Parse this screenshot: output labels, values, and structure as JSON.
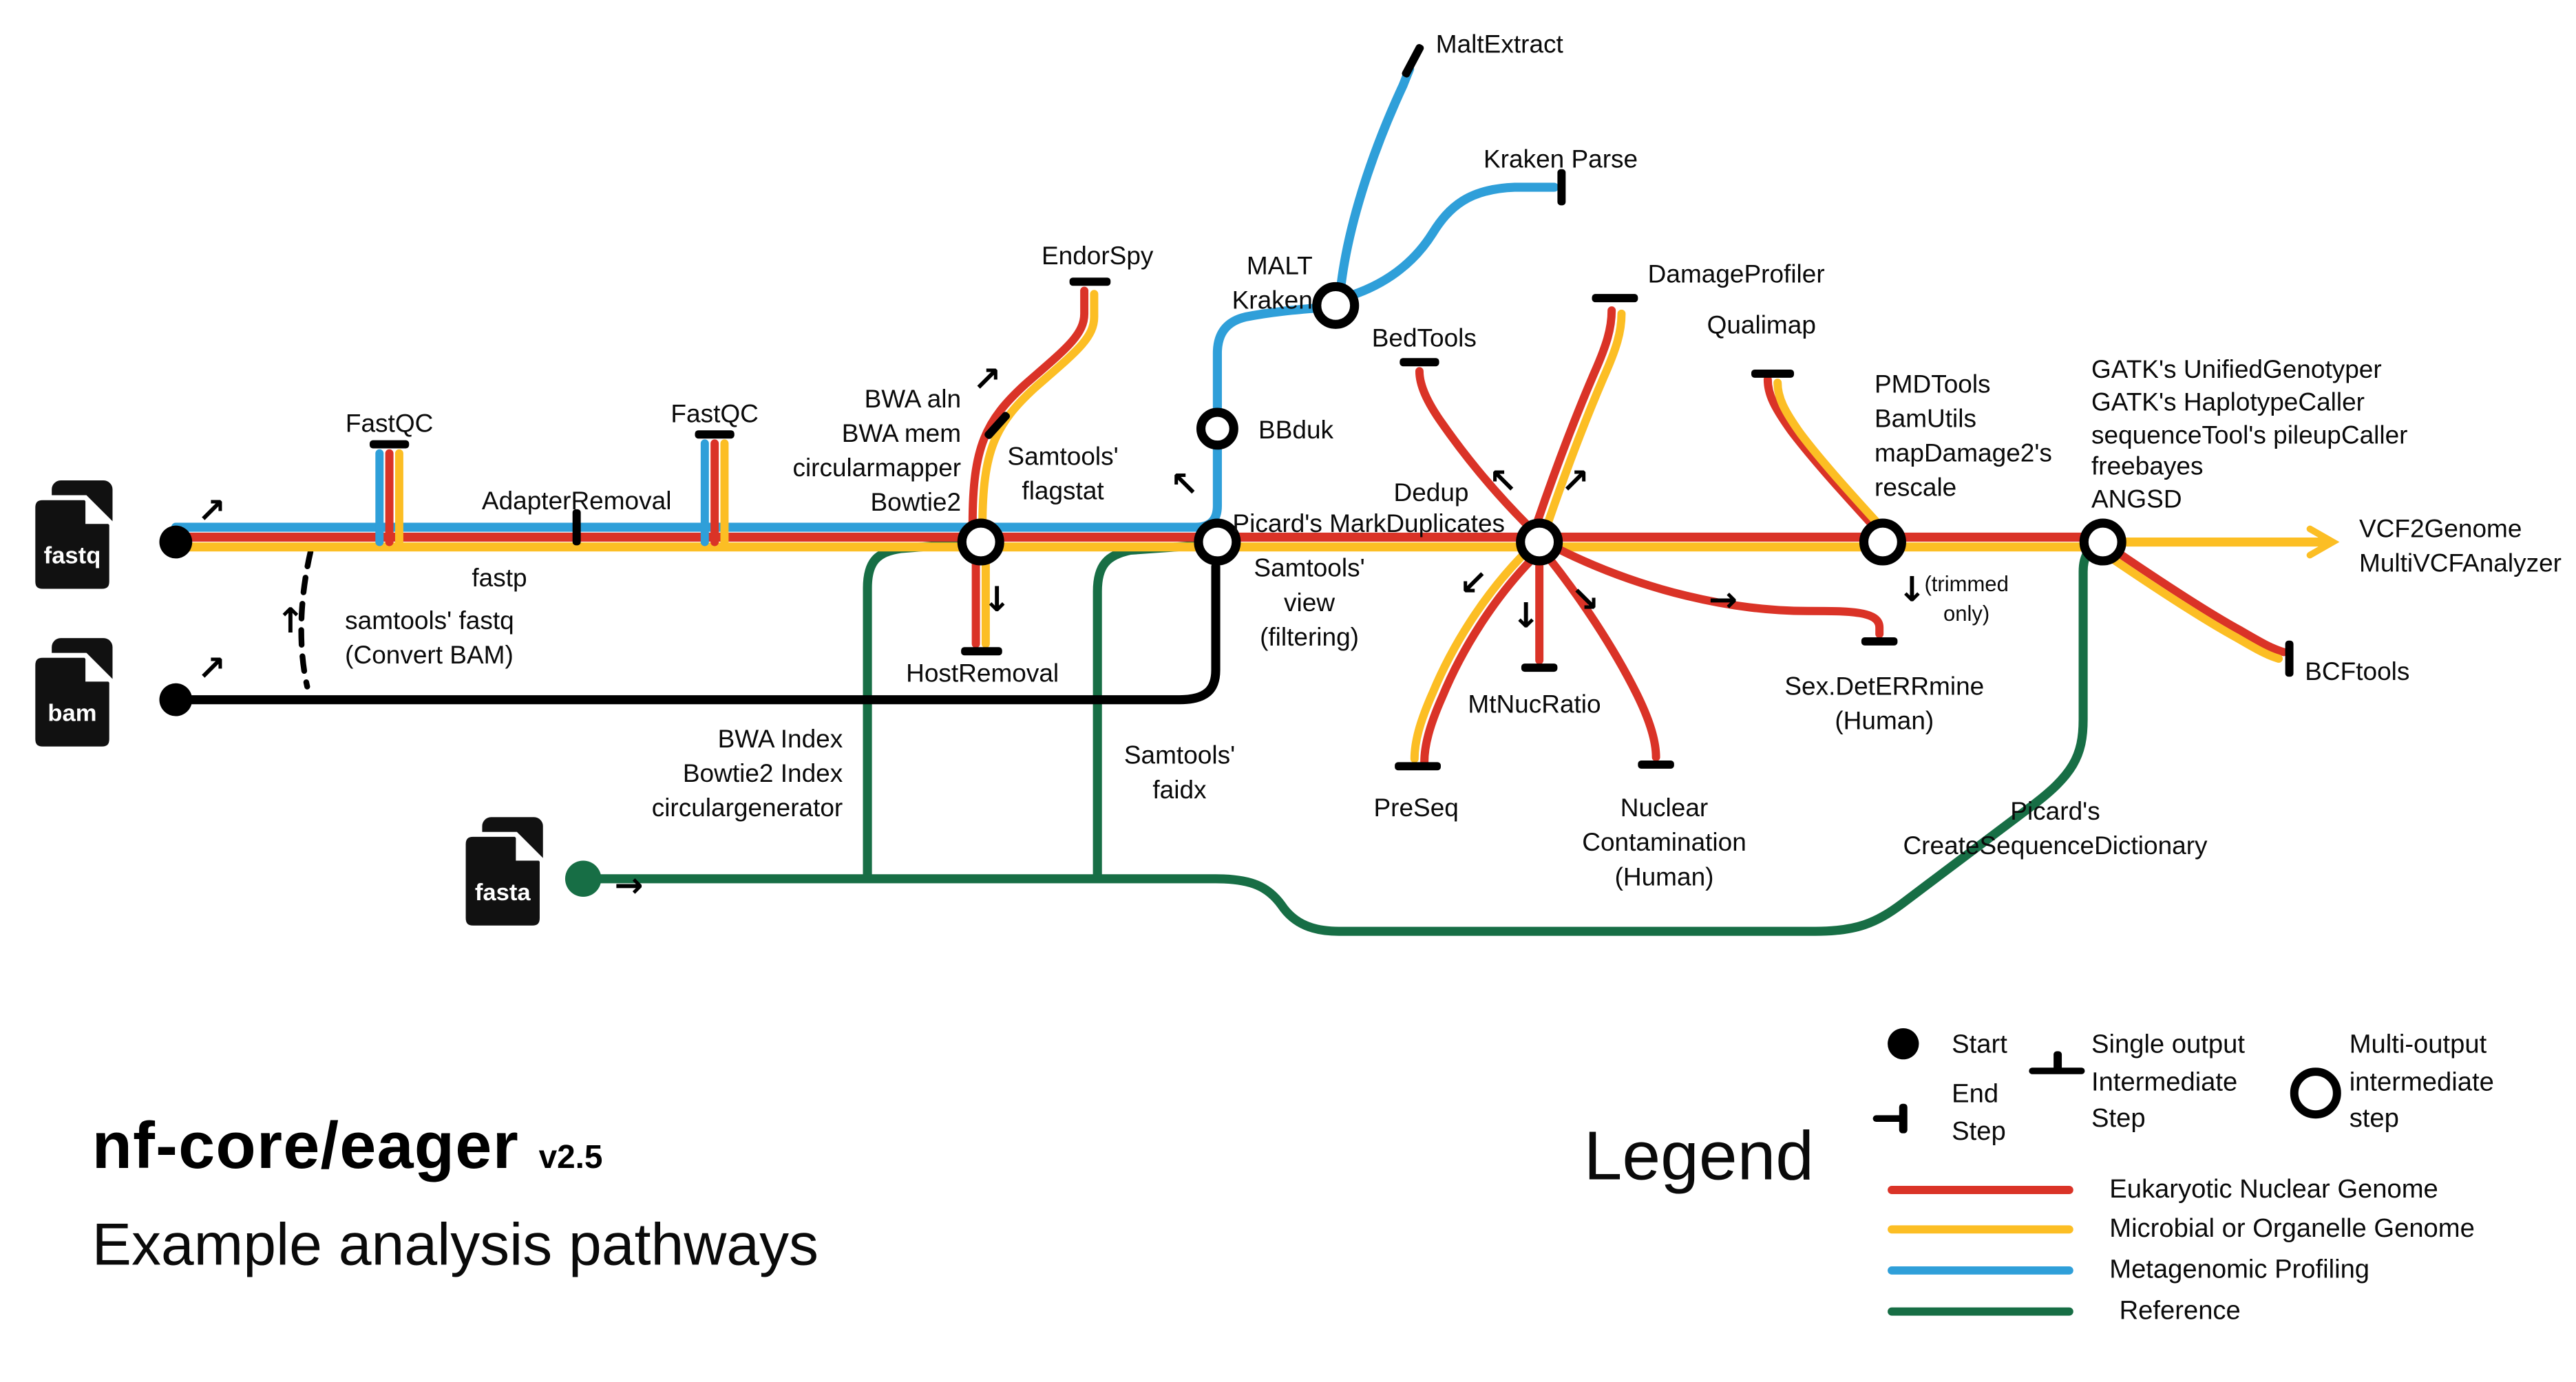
{
  "title": {
    "name": "nf-core/eager",
    "version": "v2.5",
    "subtitle": "Example analysis pathways"
  },
  "files": [
    {
      "label": "fastq"
    },
    {
      "label": "bam"
    },
    {
      "label": "fasta"
    }
  ],
  "labels": {
    "maltextract": "MaltExtract",
    "kraken_parse": "Kraken Parse",
    "endorspy": "EndorSpy",
    "malt_kraken": "MALT\nKraken",
    "bbduk": "BBduk",
    "damageprofiler": "DamageProfiler",
    "qualimap": "Qualimap",
    "bedtools": "BedTools",
    "fastqc_1": "FastQC",
    "fastqc_2": "FastQC",
    "adapterremoval": "AdapterRemoval",
    "fastp": "fastp",
    "aligners": "BWA aln\nBWA mem\ncircularmapper\nBowtie2",
    "samtools_flagstat": "Samtools'\nflagstat",
    "samtools_view": "Samtools'\nview\n(filtering)",
    "dedup": "Dedup",
    "picard_markduplicates": "Picard's MarkDuplicates",
    "mtnucratio": "MtNucRatio",
    "preseq": "PreSeq",
    "nuclear_contamination": "Nuclear\nContamination\n(Human)",
    "sexdeterrmine": "Sex.DetERRmine\n(Human)",
    "trimmed_only": "(trimmed\nonly)",
    "damage_tools": "PMDTools\nBamUtils\nmapDamage2's\nrescale",
    "genotypers": "GATK's UnifiedGenotyper\nGATK's HaplotypeCaller\nsequenceTool's pileupCaller\nfreebayes\nANGSD",
    "vcf_outputs": "VCF2Genome\nMultiVCFAnalyzer",
    "bcftools": "BCFtools",
    "hostremoval": "HostRemoval",
    "index_tools": "BWA Index\nBowtie2 Index\ncirculargenerator",
    "samtools_faidx": "Samtools'\nfaidx",
    "picard_csd": "Picard's\nCreateSequenceDictionary",
    "samtools_fastq": "samtools' fastq\n(Convert BAM)"
  },
  "icons": {
    "arrow_up_right": "↗",
    "arrow_up": "↑",
    "arrow_down": "↓",
    "arrow_up_left": "↖",
    "arrow_down_left": "↙",
    "arrow_down_right": "↘",
    "arrow_right": "→"
  },
  "legend": {
    "title": "Legend",
    "markers": [
      {
        "label": "Start"
      },
      {
        "label": "End\nStep"
      },
      {
        "label": "Single output\nIntermediate\nStep"
      },
      {
        "label": "Multi-output\nintermediate\nstep"
      }
    ],
    "lines": [
      {
        "label": "Eukaryotic Nuclear Genome",
        "color": "#da3327"
      },
      {
        "label": "Microbial or Organelle Genome",
        "color": "#fcbe24"
      },
      {
        "label": "Metagenomic Profiling",
        "color": "#2f9fd9"
      },
      {
        "label": "Reference",
        "color": "#176e45"
      }
    ]
  },
  "colors": {
    "red": "#da3327",
    "yellow": "#fcbe24",
    "blue": "#2f9fd9",
    "green": "#176e45",
    "black": "#000000"
  }
}
